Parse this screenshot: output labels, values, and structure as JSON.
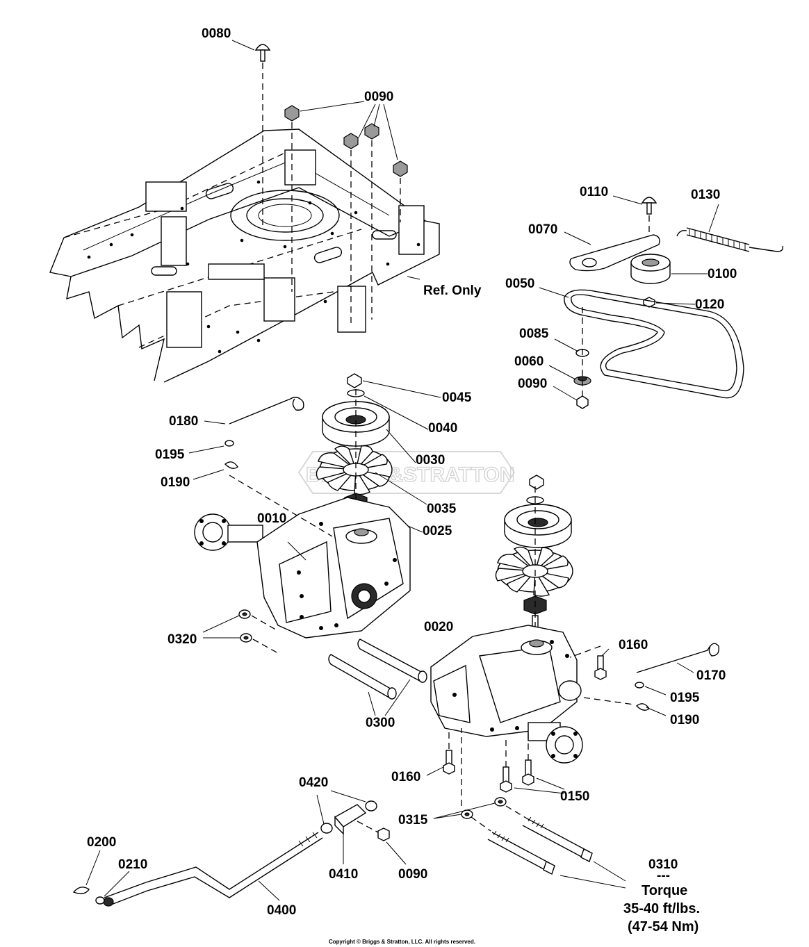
{
  "diagram": {
    "watermark": "BRIGGS&STRATTON",
    "copyright": "Copyright © Briggs & Stratton, LLC. All rights reserved.",
    "ref_note": "Ref. Only",
    "labels": {
      "p0080": "0080",
      "p0090_top": "0090",
      "p0110": "0110",
      "p0130": "0130",
      "p0070": "0070",
      "p0100": "0100",
      "p0050": "0050",
      "p0120": "0120",
      "p0085": "0085",
      "p0060": "0060",
      "p0090_idler": "0090",
      "p0045": "0045",
      "p0040": "0040",
      "p0030": "0030",
      "p0035": "0035",
      "p0025": "0025",
      "p0180": "0180",
      "p0195_left": "0195",
      "p0190_left": "0190",
      "p0010": "0010",
      "p0320": "0320",
      "p0020": "0020",
      "p0160_right": "0160",
      "p0170": "0170",
      "p0195_right": "0195",
      "p0190_right": "0190",
      "p0300": "0300",
      "p0160_bottom": "0160",
      "p0150": "0150",
      "p0420": "0420",
      "p0315": "0315",
      "p0410": "0410",
      "p0090_bottom": "0090",
      "p0200": "0200",
      "p0210": "0210",
      "p0400": "0400"
    },
    "torque_note": {
      "part": "0310",
      "separator": "---",
      "title": "Torque",
      "value_imperial": "35-40 ft/lbs.",
      "value_metric": "(47-54 Nm)"
    }
  }
}
